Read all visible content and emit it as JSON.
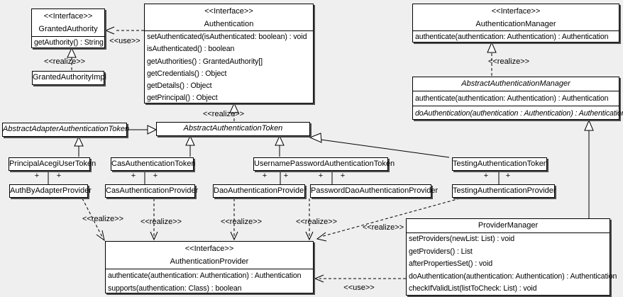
{
  "diagram": {
    "type": "uml-class-diagram",
    "subject": "Acegi / Spring Security authentication classes"
  },
  "colors": {
    "background": "#efefef",
    "box_fill": "#ffffff",
    "line": "#000000",
    "text": "#000000"
  },
  "labels": {
    "use": "<<use>>",
    "realize": "<<realize>>",
    "plus": "+"
  },
  "classes": {
    "granted_authority": {
      "stereotype": "<<Interface>>",
      "name": "GrantedAuthority",
      "methods": [
        "getAuthority() : String"
      ]
    },
    "granted_authority_impl": {
      "name": "GrantedAuthorityImpl"
    },
    "authentication": {
      "stereotype": "<<Interface>>",
      "name": "Authentication",
      "methods": [
        "setAuthenticated(isAuthenticated: boolean) : void",
        "isAuthenticated() : boolean",
        "getAuthorities() : GrantedAuthority[]",
        "getCredentials() : Object",
        "getDetails() : Object",
        "getPrincipal() : Object"
      ]
    },
    "authentication_manager": {
      "stereotype": "<<Interface>>",
      "name": "AuthenticationManager",
      "methods": [
        "authenticate(authentication: Authentication) : Authentication"
      ]
    },
    "abstract_authentication_manager": {
      "name": "AbstractAuthenticationManager",
      "methods": [
        "authenticate(authentication: Authentication) : Authentication",
        "doAuthentication(authentication : Authentication) : Authentication"
      ]
    },
    "abstract_adapter_authentication_token": {
      "name": "AbstractAdapterAuthenticationToken"
    },
    "abstract_authentication_token": {
      "name": "AbstractAuthenticationToken"
    },
    "principal_acegi_user_token": {
      "name": "PrincipalAcegiUserToken"
    },
    "cas_authentication_token": {
      "name": "CasAuthenticationToken"
    },
    "username_password_authentication_token": {
      "name": "UsernamePasswordAuthenticationToken"
    },
    "testing_authentication_token": {
      "name": "TestingAuthenticationToken"
    },
    "auth_by_adapter_provider": {
      "name": "AuthByAdapterProvider"
    },
    "cas_authentication_provider": {
      "name": "CasAuthenticationProvider"
    },
    "dao_authentication_provider": {
      "name": "DaoAuthenticationProvider"
    },
    "password_dao_authentication_provider": {
      "name": "PasswordDaoAuthenticationProvider"
    },
    "testing_authentication_provider": {
      "name": "TestingAuthenticationProvider"
    },
    "authentication_provider": {
      "stereotype": "<<Interface>>",
      "name": "AuthenticationProvider",
      "methods": [
        "authenticate(authentication: Authentication) : Authentication",
        "supports(authentication: Class) : boolean"
      ]
    },
    "provider_manager": {
      "name": "ProviderManager",
      "methods": [
        "setProviders(newList: List) : void",
        "getProviders() : List",
        "afterPropertiesSet() : void",
        "doAuthentication(authentication: Authentication) : Authentication",
        "checkIfValidList(listToCheck: List) : void"
      ]
    }
  }
}
